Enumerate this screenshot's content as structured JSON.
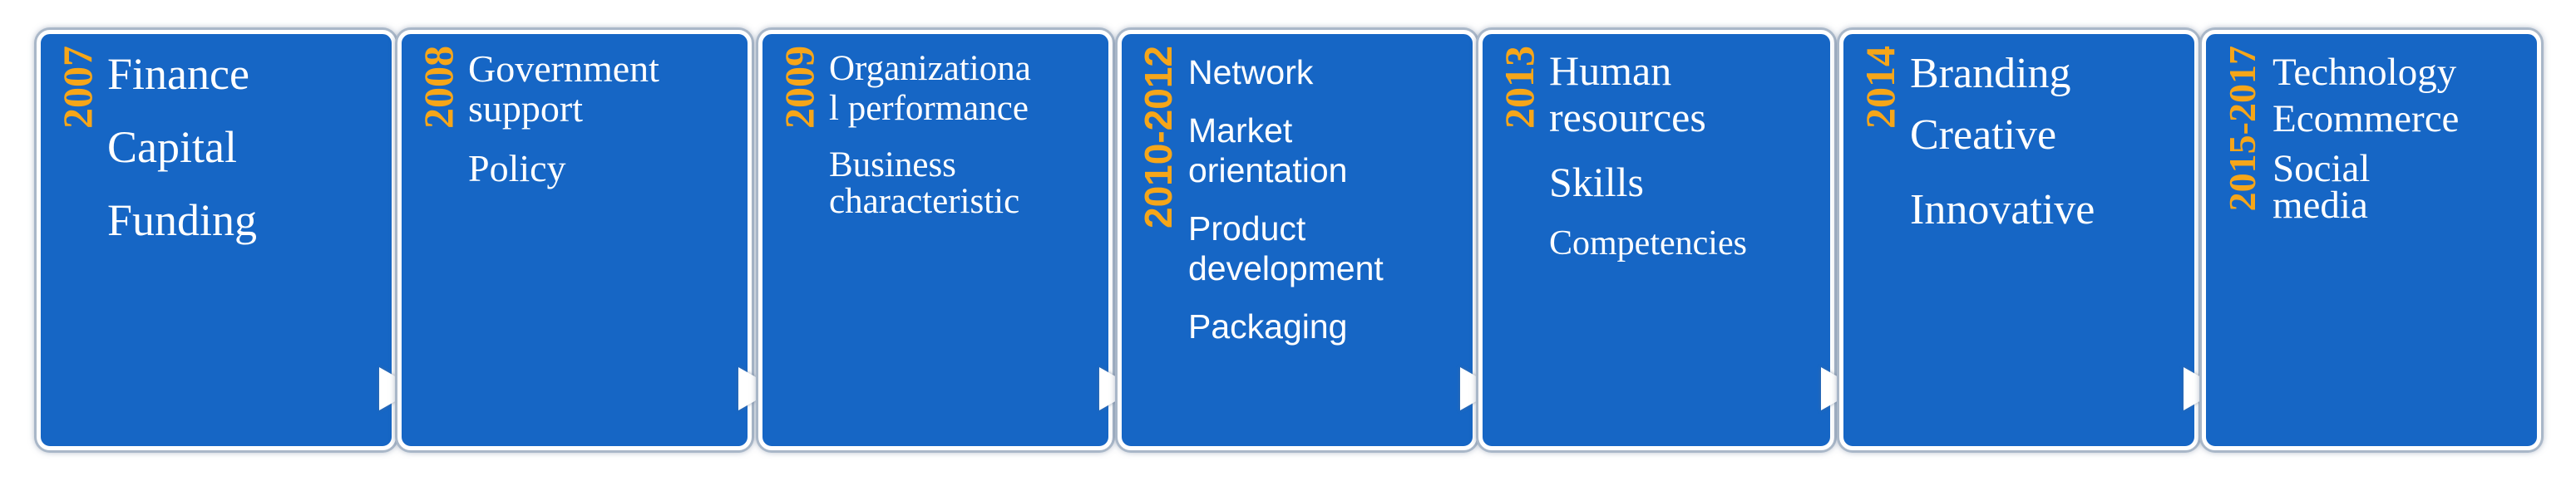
{
  "timeline": {
    "stages": [
      {
        "year": "2007",
        "items": [
          "Finance",
          "Capital",
          "Funding"
        ]
      },
      {
        "year": "2008",
        "items": [
          "Government",
          "support",
          "Policy"
        ]
      },
      {
        "year": "2009",
        "items": [
          "Organizationa",
          "l performance",
          "Business",
          "characteristic"
        ]
      },
      {
        "year": "2010-2012",
        "items": [
          "Network",
          "Market",
          "orientation",
          "Product",
          "development",
          "Packaging"
        ]
      },
      {
        "year": "2013",
        "items": [
          "Human",
          "resources",
          "Skills",
          "Competencies"
        ]
      },
      {
        "year": "2014",
        "items": [
          "Branding",
          "Creative",
          "Innovative"
        ]
      },
      {
        "year": "2015-2017",
        "items": [
          "Technology",
          "Ecommerce",
          "Social",
          "media"
        ]
      }
    ]
  },
  "colors": {
    "panel_fill": "#1666c5",
    "panel_border": "#ffffff",
    "year_text": "#f6a619",
    "item_text": "#ffffff",
    "arrow": "#ffffff"
  }
}
